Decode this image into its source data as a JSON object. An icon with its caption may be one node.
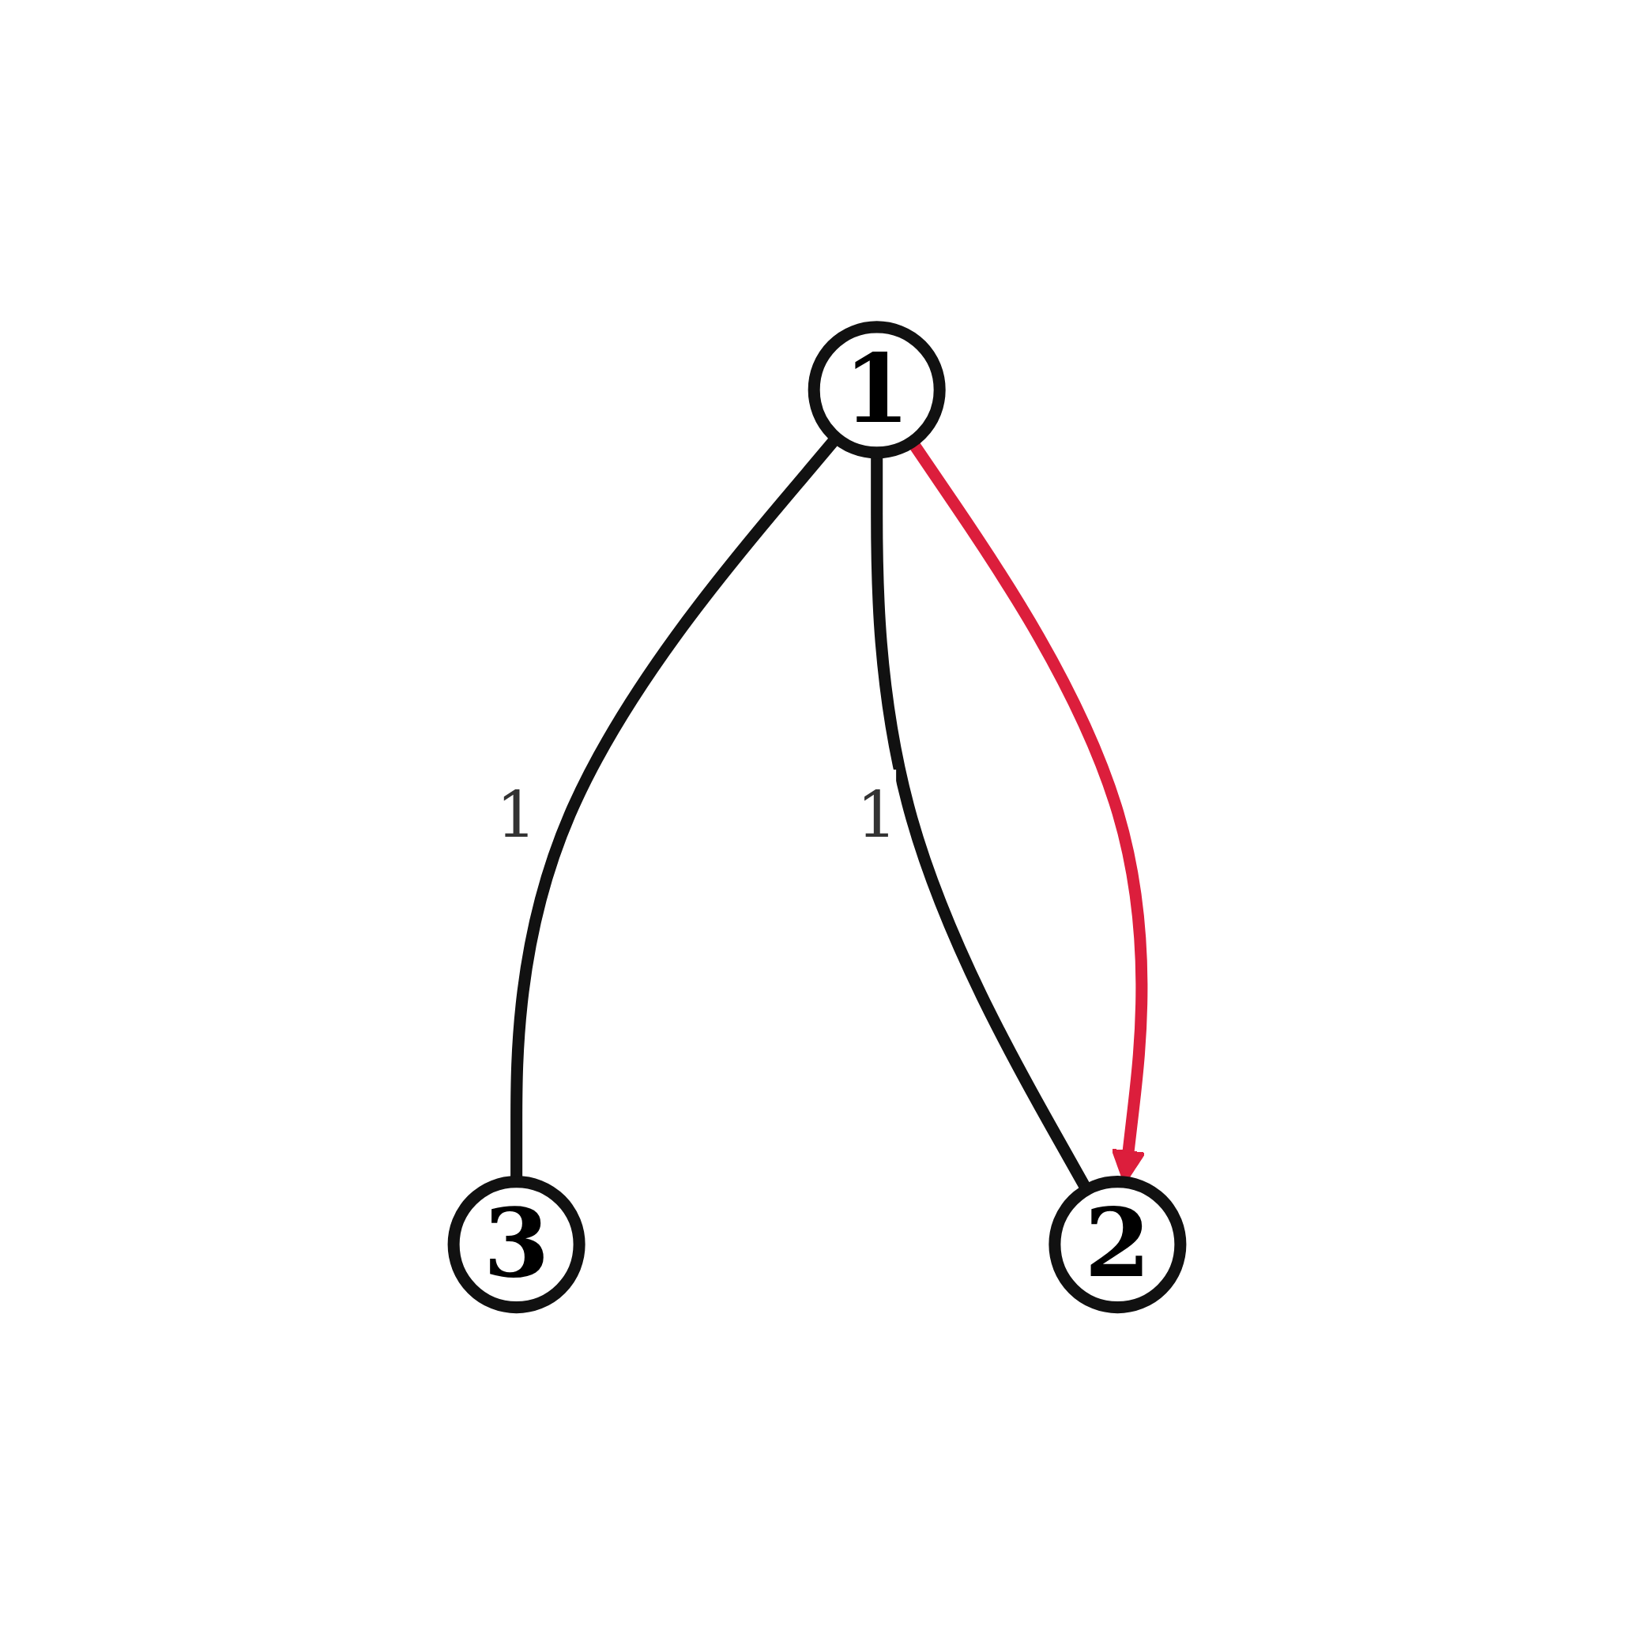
{
  "diagram": {
    "nodes": [
      {
        "text": [
          "1"
        ]
      },
      {
        "text": [
          "3"
        ]
      },
      {
        "text": [
          "2"
        ]
      }
    ],
    "edges": [
      {
        "from": 0,
        "to": 1,
        "arrow": "none",
        "label": "1"
      },
      {
        "from": 0,
        "to": 2,
        "arrow": "none",
        "label": "1"
      },
      {
        "from": 0,
        "to": 2,
        "arrow": "to",
        "color": "#dc1e3c"
      }
    ]
  }
}
